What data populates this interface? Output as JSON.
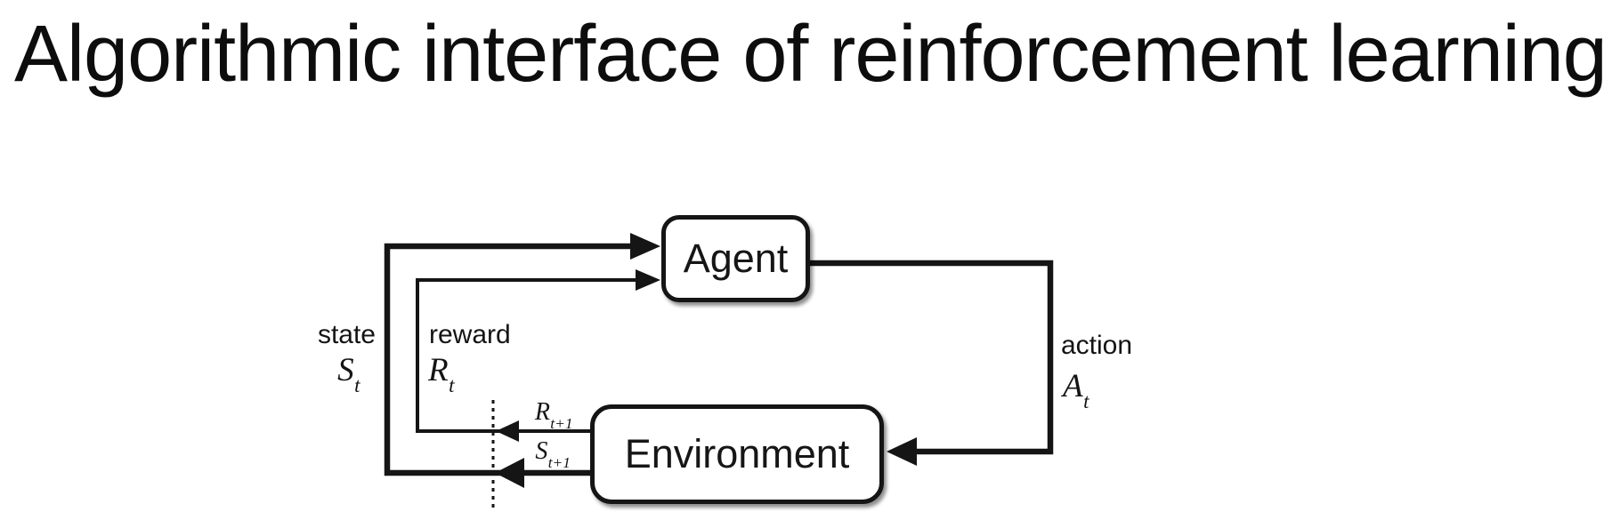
{
  "title": "Algorithmic interface of reinforcement learning",
  "diagram": {
    "agent_label": "Agent",
    "environment_label": "Environment",
    "state": {
      "word": "state",
      "base": "S",
      "sub": "t"
    },
    "reward": {
      "word": "reward",
      "base": "R",
      "sub": "t"
    },
    "action": {
      "word": "action",
      "base": "A",
      "sub": "t"
    },
    "next_reward": {
      "base": "R",
      "sub": "t+1"
    },
    "next_state": {
      "base": "S",
      "sub": "t+1"
    },
    "colors": {
      "ink": "#151515",
      "background": "#ffffff"
    }
  }
}
